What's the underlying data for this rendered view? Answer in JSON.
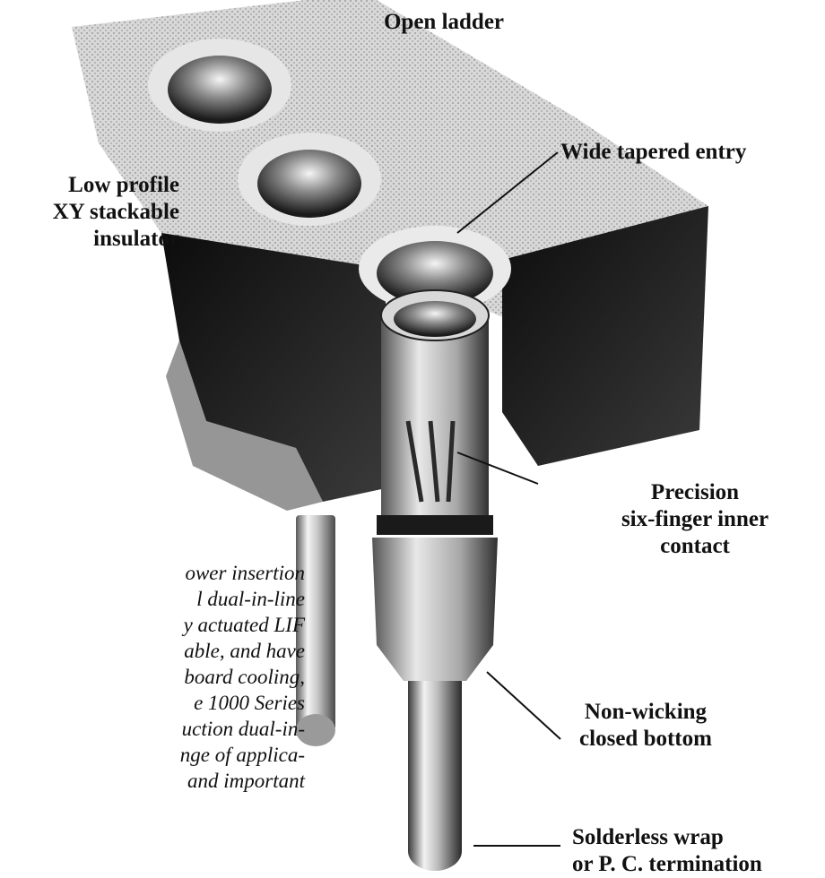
{
  "callouts": {
    "open_ladder": "Open ladder",
    "wide_tapered_entry": "Wide tapered entry",
    "insulator": [
      "Low profile",
      "XY stackable",
      "insulator"
    ],
    "inner_contact": [
      "Precision",
      "six-finger inner",
      "contact"
    ],
    "closed_bottom": [
      "Non-wicking",
      "closed bottom"
    ],
    "termination": [
      "Solderless wrap",
      "or P. C. termination"
    ]
  },
  "body_text_fragments": [
    "ower insertion",
    "l dual-in-line",
    "y actuated LIF",
    "able, and have",
    "board cooling,",
    "e 1000 Series",
    "uction dual-in-",
    "nge of applica-",
    "and important"
  ]
}
